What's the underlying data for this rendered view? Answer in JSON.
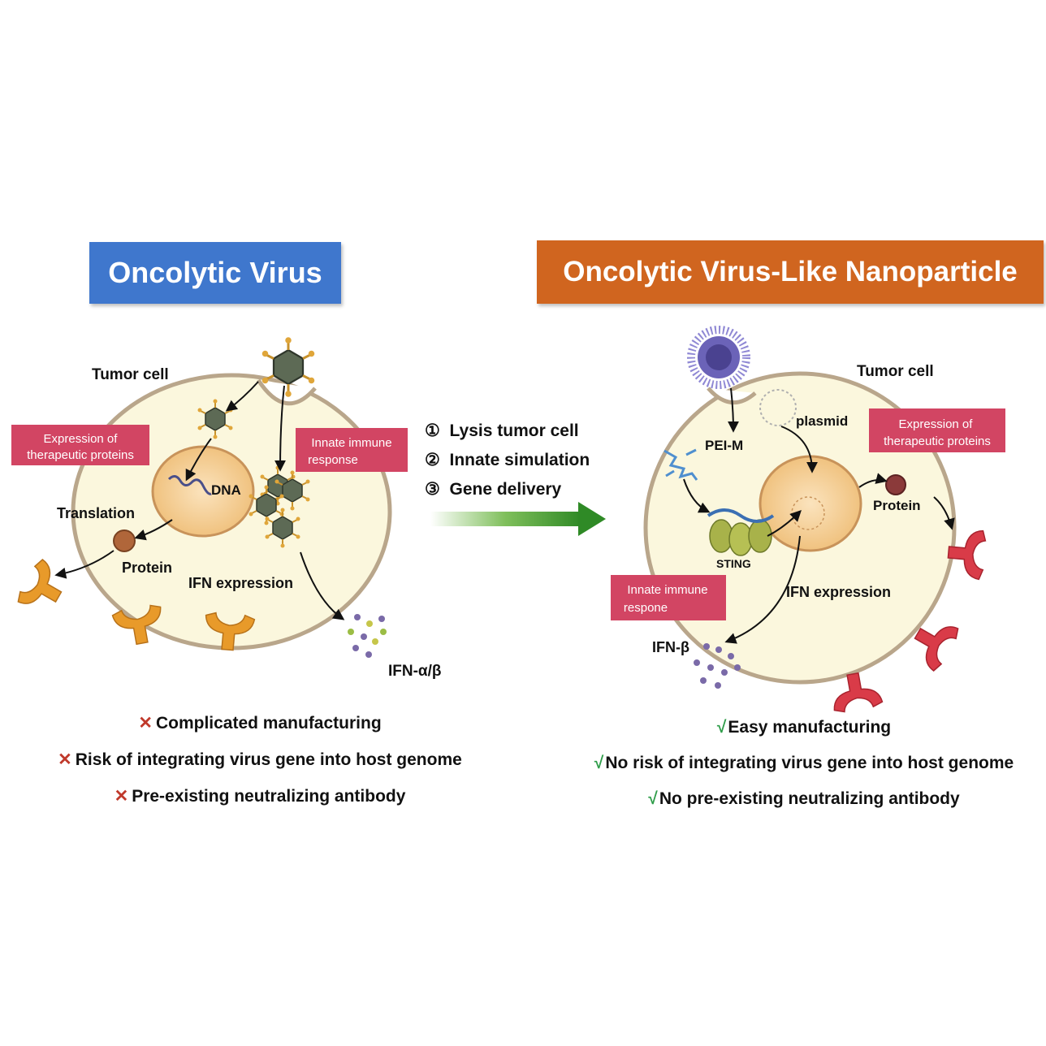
{
  "titles": {
    "left": "Oncolytic Virus",
    "right": "Oncolytic Virus-Like Nanoparticle"
  },
  "left_cell": {
    "tumor_cell": "Tumor cell",
    "expression_tag": [
      "Expression of",
      "therapeutic proteins"
    ],
    "innate_tag": [
      "Innate immune",
      "response"
    ],
    "dna": "DNA",
    "translation": "Translation",
    "protein": "Protein",
    "ifn_expression": "IFN expression",
    "ifn_ab": "IFN-α/β"
  },
  "steps": [
    {
      "num": "①",
      "text": "Lysis tumor cell"
    },
    {
      "num": "②",
      "text": "Innate simulation"
    },
    {
      "num": "③",
      "text": "Gene delivery"
    }
  ],
  "right_cell": {
    "tumor_cell": "Tumor cell",
    "plasmid": "plasmid",
    "pei_m": "PEI-M",
    "expression_tag": [
      "Expression of",
      "therapeutic proteins"
    ],
    "protein": "Protein",
    "sting": "STING",
    "innate_tag": [
      "Innate immune",
      "respone"
    ],
    "ifn_expression": "IFN expression",
    "ifn_b": "IFN-β"
  },
  "cons": [
    {
      "mark": "✕",
      "text": "Complicated manufacturing"
    },
    {
      "mark": "✕",
      "text": "Risk of  integrating virus gene into host genome"
    },
    {
      "mark": "✕",
      "text": "Pre-existing neutralizing antibody"
    }
  ],
  "pros": [
    {
      "mark": "√",
      "text": "Easy manufacturing"
    },
    {
      "mark": "√",
      "text": "No risk of  integrating virus gene into host genome"
    },
    {
      "mark": "√",
      "text": "No pre-existing neutralizing antibody"
    }
  ],
  "colors": {
    "left_title_bg": "#3f77cd",
    "right_title_bg": "#d0651f",
    "tag_bg": "#d24563",
    "cell_fill": "#fbf7dd",
    "nucleus_fill": "#f6d4a2",
    "receptor_left": "#e89a2a",
    "receptor_right": "#d93b48"
  }
}
